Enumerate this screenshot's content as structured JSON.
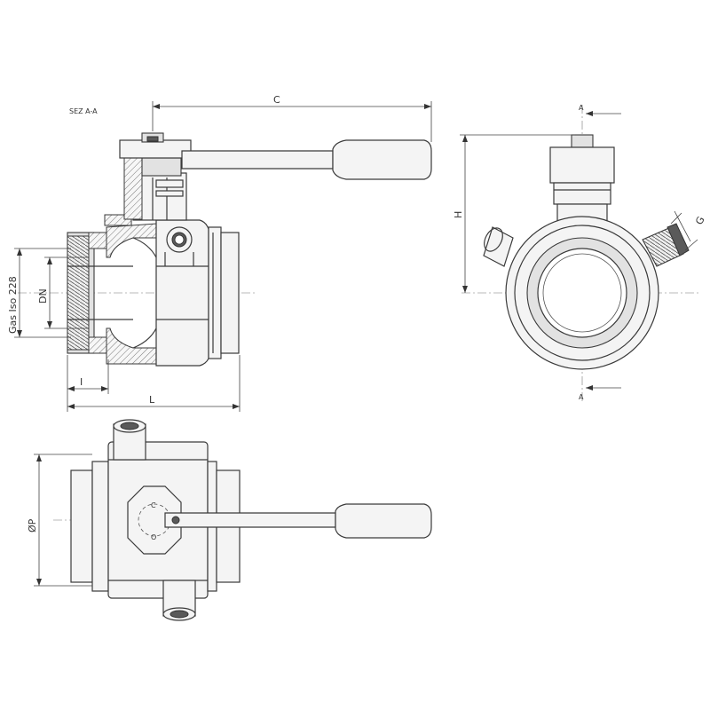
{
  "drawing": {
    "section_label": "SEZ  A-A",
    "dimensions": {
      "c": "C",
      "l": "L",
      "i": "I",
      "dn": "DN",
      "gas_iso": "Gas  Iso  228",
      "h": "H",
      "g": "G",
      "p": "ØP"
    },
    "section_markers": {
      "top": "A",
      "bottom": "A"
    },
    "handle_markings": {
      "closed": "C",
      "open": "O"
    }
  }
}
